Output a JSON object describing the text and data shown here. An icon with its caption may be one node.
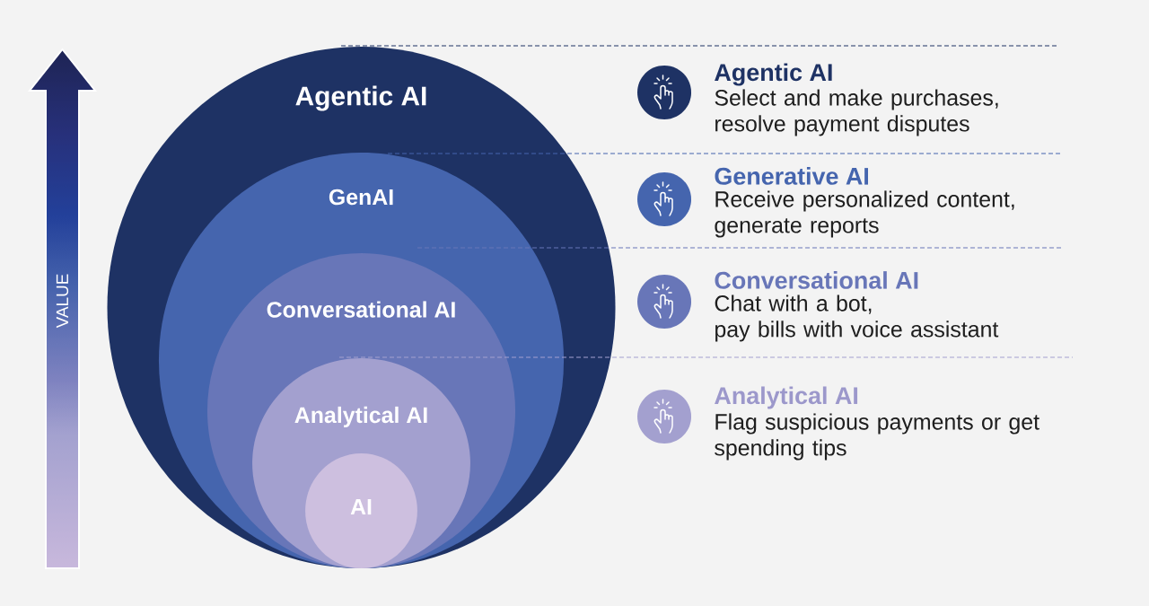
{
  "diagram": {
    "nodes": [
      {
        "text": [
          "Agentic AI"
        ]
      },
      {
        "text": [
          "GenAI"
        ],
        "in": 0
      },
      {
        "text": [
          "Conversational AI"
        ],
        "in": 1
      },
      {
        "text": [
          "Analytical AI"
        ],
        "in": 2
      },
      {
        "text": [
          "AI"
        ],
        "in": 3
      }
    ],
    "labels": [
      "VALUE",
      "Agentic AI",
      "Select and make purchases, resolve payment disputes",
      "Generative AI",
      "Receive personalized content, generate reports",
      "Conversational AI",
      "Chat with a bot, pay bills with voice assistant",
      "Analytical AI",
      "Flag suspicious payments or get spending tips"
    ]
  }
}
